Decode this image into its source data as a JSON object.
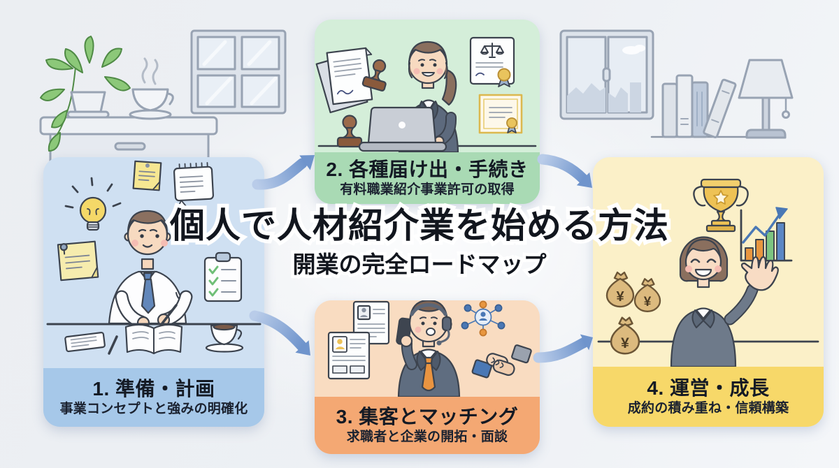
{
  "title": {
    "main": "個人で人材紹介業を始める方法",
    "subtitle": "開業の完全ロードマップ"
  },
  "steps": [
    {
      "label": "1. 準備・計画",
      "description": "事業コンセプトと強みの明確化",
      "panel_color": "#cfe0f2",
      "band_color": "#a6c8e9",
      "illustration": "man-planning-writing-at-desk",
      "icons": [
        "lightbulb-icon",
        "sticky-note-icon",
        "memo-note-icon",
        "checklist-clipboard-icon",
        "notebook-icon",
        "pen-icon",
        "coffee-cup-icon"
      ]
    },
    {
      "label": "2. 各種届け出・手続き",
      "description": "有料職業紹介事業許可の取得",
      "panel_color": "#d4eed9",
      "band_color": "#a9dab4",
      "illustration": "woman-laptop-filing-documents",
      "icons": [
        "stamped-document-icon",
        "hanko-stamp-icon",
        "laptop-icon",
        "legal-scales-document-icon",
        "certificate-icon"
      ]
    },
    {
      "label": "3. 集客とマッチング",
      "description": "求職者と企業の開拓・面談",
      "panel_color": "#f9dcc1",
      "band_color": "#f4a873",
      "illustration": "man-headset-phone-matching",
      "icons": [
        "resume-icon",
        "phone-icon",
        "headset-icon",
        "people-network-icon",
        "handshake-icon"
      ]
    },
    {
      "label": "4. 運営・成長",
      "description": "成約の積み重ね・信頼構築",
      "panel_color": "#fbf0c8",
      "band_color": "#f7d869",
      "illustration": "woman-waving-success-growth",
      "icons": [
        "trophy-icon",
        "growth-chart-icon",
        "money-bag-icon"
      ]
    }
  ],
  "misc": {
    "yen": "¥"
  },
  "arrows": {
    "color": "#6f94cc",
    "flow": [
      "step1-to-step2",
      "step2-to-step4",
      "step1-to-step3",
      "step3-to-step4"
    ]
  },
  "background": {
    "wall_color": "#edf0f4",
    "decorations": [
      "plant-icon",
      "cabinet-icon",
      "coffee-cup-icon",
      "window-icon",
      "city-window-icon",
      "books-icon",
      "lamp-icon",
      "sparkle-icon"
    ]
  },
  "text_colors": {
    "title": "#12161e",
    "band_text": "#141a24"
  }
}
